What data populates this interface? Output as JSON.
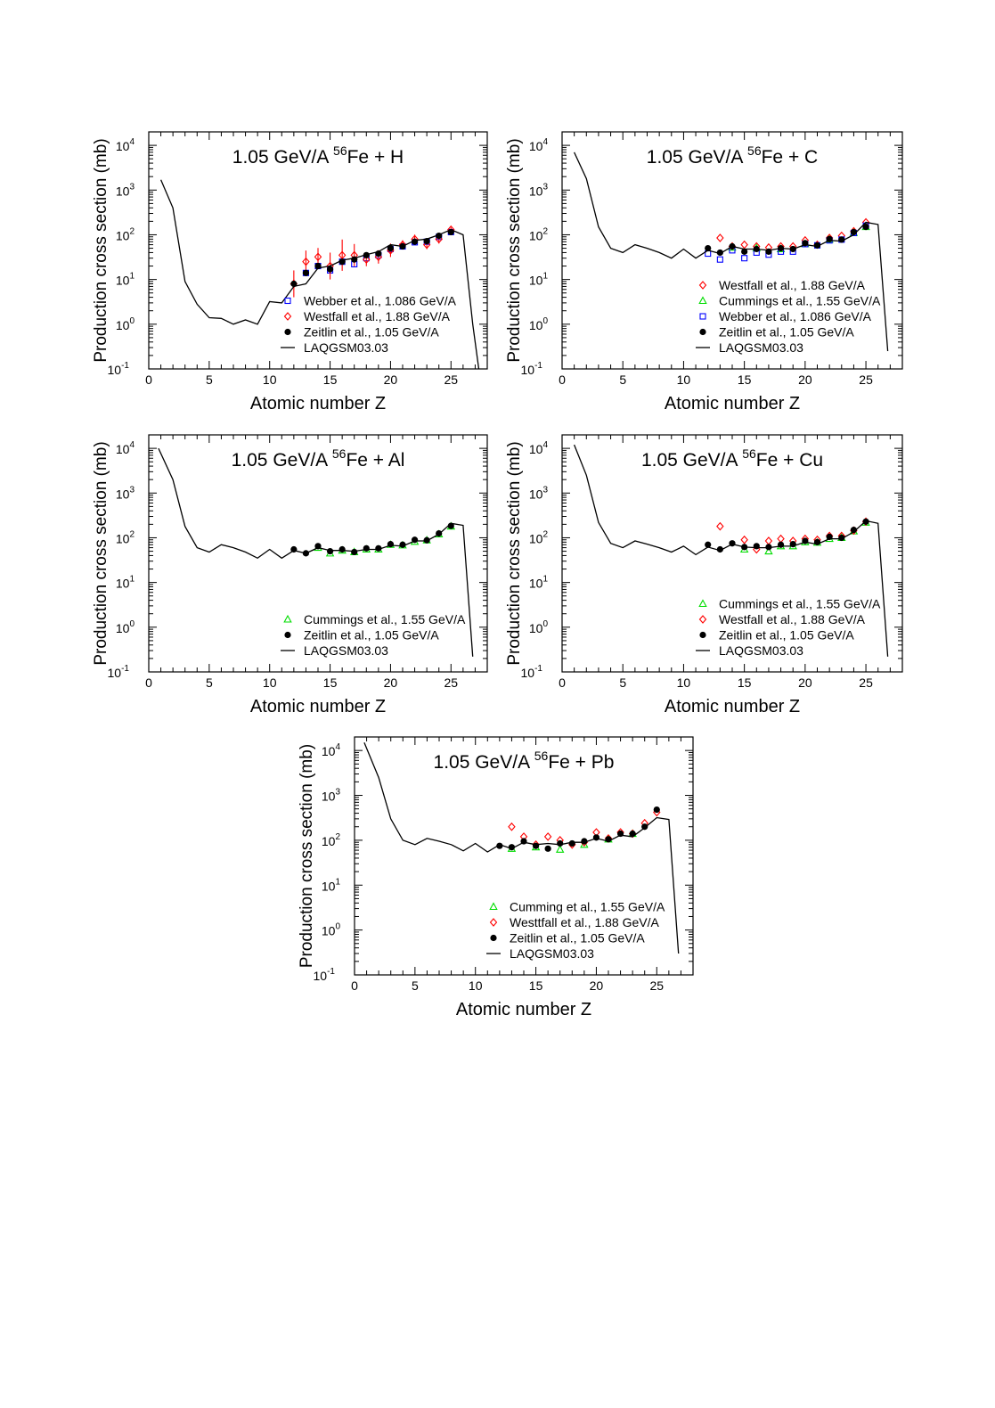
{
  "chart_data": [
    {
      "type": "scatter",
      "title": "1.05 GeV/A ⁵⁶Fe + H",
      "title_parts": {
        "pre": "1.05 GeV/A ",
        "sup": "56",
        "post": "Fe + H"
      },
      "xlabel": "Atomic number Z",
      "ylabel": "Production cross section (mb)",
      "xlim": [
        0,
        28
      ],
      "ylim": [
        0.1,
        20000
      ],
      "yscale": "log",
      "xticks": [
        0,
        5,
        10,
        15,
        20,
        25
      ],
      "yticks": [
        {
          "value": 0.1,
          "label": "10",
          "exp": "-1"
        },
        {
          "value": 1,
          "label": "10",
          "exp": "0"
        },
        {
          "value": 10,
          "label": "10",
          "exp": "1"
        },
        {
          "value": 100,
          "label": "10",
          "exp": "2"
        },
        {
          "value": 1000,
          "label": "10",
          "exp": "3"
        },
        {
          "value": 10000,
          "label": "10",
          "exp": "4"
        }
      ],
      "legend_position": "lower-right",
      "series": [
        {
          "name": "Webber et al., 1.086 GeV/A",
          "marker": "square",
          "color": "#0000ff",
          "x": [
            13,
            14,
            15,
            16,
            17,
            18,
            19,
            20,
            21,
            22,
            23,
            24,
            25
          ],
          "y": [
            14,
            20,
            16,
            25,
            22,
            30,
            35,
            48,
            55,
            68,
            70,
            90,
            115
          ]
        },
        {
          "name": "Westfall et al., 1.88 GeV/A",
          "marker": "diamond",
          "color": "#ff0000",
          "x": [
            12,
            13,
            14,
            15,
            16,
            17,
            18,
            19,
            20,
            21,
            22,
            23,
            24,
            25
          ],
          "y": [
            8,
            25,
            32,
            20,
            35,
            35,
            28,
            32,
            45,
            60,
            80,
            60,
            80,
            130
          ],
          "err": [
            0.3,
            0.25,
            0.2,
            0.3,
            0.35,
            0.25,
            0.15,
            0.15,
            0.15,
            0.1,
            0.1,
            0.1,
            0.1,
            0.05
          ]
        },
        {
          "name": "Zeitlin et al., 1.05 GeV/A",
          "marker": "circle",
          "color": "#000000",
          "x": [
            12,
            13,
            14,
            15,
            16,
            17,
            18,
            19,
            20,
            21,
            22,
            23,
            24,
            25
          ],
          "y": [
            8,
            14,
            20,
            17,
            25,
            28,
            35,
            38,
            50,
            55,
            70,
            72,
            95,
            115
          ]
        },
        {
          "name": "LAQGSM03.03",
          "marker": "line",
          "color": "#000000",
          "x": [
            1,
            2,
            3,
            4,
            5,
            6,
            7,
            8,
            9,
            10,
            11,
            12,
            13,
            14,
            15,
            16,
            17,
            18,
            19,
            20,
            21,
            22,
            23,
            24,
            25,
            26,
            26.8,
            27.3
          ],
          "y": [
            1700,
            400,
            9,
            2.8,
            1.4,
            1.35,
            1.0,
            1.25,
            1.0,
            3.2,
            3.0,
            7.0,
            8.0,
            18.0,
            20.0,
            27.0,
            30.0,
            36.0,
            42.0,
            60.0,
            55.0,
            75.0,
            80.0,
            100.0,
            130.0,
            100.0,
            1.0,
            0.1
          ]
        }
      ]
    },
    {
      "type": "scatter",
      "title": "1.05 GeV/A ⁵⁶Fe + C",
      "title_parts": {
        "pre": "1.05 GeV/A ",
        "sup": "56",
        "post": "Fe + C"
      },
      "xlabel": "Atomic number Z",
      "ylabel": "Production cross section (mb)",
      "xlim": [
        0,
        28
      ],
      "ylim": [
        0.1,
        20000
      ],
      "yscale": "log",
      "xticks": [
        0,
        5,
        10,
        15,
        20,
        25
      ],
      "yticks": [
        {
          "value": 0.1,
          "label": "10",
          "exp": "-1"
        },
        {
          "value": 1,
          "label": "10",
          "exp": "0"
        },
        {
          "value": 10,
          "label": "10",
          "exp": "1"
        },
        {
          "value": 100,
          "label": "10",
          "exp": "2"
        },
        {
          "value": 1000,
          "label": "10",
          "exp": "3"
        },
        {
          "value": 10000,
          "label": "10",
          "exp": "4"
        }
      ],
      "legend_position": "lower-right",
      "series": [
        {
          "name": "Westfall et al., 1.88 GeV/A",
          "marker": "diamond",
          "color": "#ff0000",
          "x": [
            13,
            14,
            15,
            16,
            17,
            18,
            19,
            20,
            21,
            22,
            23,
            24,
            25
          ],
          "y": [
            85,
            55,
            60,
            55,
            52,
            55,
            55,
            75,
            60,
            85,
            95,
            120,
            190
          ]
        },
        {
          "name": "Cummings et al., 1.55 GeV/A",
          "marker": "triangle",
          "color": "#00dd00",
          "x": [
            14,
            16,
            18,
            20,
            22,
            24,
            25
          ],
          "y": [
            52,
            50,
            48,
            62,
            78,
            110,
            150
          ]
        },
        {
          "name": "Webber et al., 1.086 GeV/A",
          "marker": "square",
          "color": "#0000ff",
          "x": [
            12,
            13,
            14,
            15,
            16,
            17,
            18,
            19,
            20,
            21,
            22,
            23,
            24,
            25
          ],
          "y": [
            38,
            28,
            45,
            30,
            40,
            36,
            42,
            42,
            62,
            58,
            75,
            78,
            110,
            160
          ]
        },
        {
          "name": "Zeitlin et al., 1.05 GeV/A",
          "marker": "circle",
          "color": "#000000",
          "x": [
            12,
            13,
            14,
            15,
            16,
            17,
            18,
            19,
            20,
            21,
            22,
            23,
            24,
            25
          ],
          "y": [
            50,
            40,
            55,
            42,
            48,
            42,
            50,
            48,
            65,
            58,
            80,
            78,
            115,
            150
          ]
        },
        {
          "name": "LAQGSM03.03",
          "marker": "line",
          "color": "#000000",
          "x": [
            1,
            2,
            3,
            4,
            5,
            6,
            7,
            8,
            9,
            10,
            11,
            12,
            13,
            14,
            15,
            16,
            17,
            18,
            19,
            20,
            21,
            22,
            23,
            24,
            25,
            26,
            26.8
          ],
          "y": [
            7000,
            1800,
            150,
            50,
            40,
            60,
            50,
            40,
            30,
            48,
            30,
            45,
            38,
            55,
            48,
            48,
            45,
            50,
            48,
            60,
            55,
            75,
            72,
            100,
            190,
            170,
            0.25
          ]
        }
      ]
    },
    {
      "type": "scatter",
      "title": "1.05 GeV/A ⁵⁶Fe + Al",
      "title_parts": {
        "pre": "1.05 GeV/A ",
        "sup": "56",
        "post": "Fe + Al"
      },
      "xlabel": "Atomic number Z",
      "ylabel": "Production cross section (mb)",
      "xlim": [
        0,
        28
      ],
      "ylim": [
        0.1,
        20000
      ],
      "yscale": "log",
      "xticks": [
        0,
        5,
        10,
        15,
        20,
        25
      ],
      "yticks": [
        {
          "value": 0.1,
          "label": "10",
          "exp": "-1"
        },
        {
          "value": 1,
          "label": "10",
          "exp": "0"
        },
        {
          "value": 10,
          "label": "10",
          "exp": "1"
        },
        {
          "value": 100,
          "label": "10",
          "exp": "2"
        },
        {
          "value": 1000,
          "label": "10",
          "exp": "3"
        },
        {
          "value": 10000,
          "label": "10",
          "exp": "4"
        }
      ],
      "legend_position": "lower-right",
      "series": [
        {
          "name": "Cummings et al., 1.55 GeV/A",
          "marker": "triangle",
          "color": "#00dd00",
          "x": [
            14,
            15,
            16,
            17,
            18,
            19,
            20,
            21,
            22,
            23,
            24,
            25
          ],
          "y": [
            60,
            45,
            52,
            48,
            55,
            55,
            70,
            68,
            82,
            88,
            120,
            180
          ]
        },
        {
          "name": "Zeitlin et al., 1.05 GeV/A",
          "marker": "circle",
          "color": "#000000",
          "x": [
            12,
            13,
            14,
            15,
            16,
            17,
            18,
            19,
            20,
            21,
            22,
            23,
            24,
            25
          ],
          "y": [
            55,
            45,
            65,
            50,
            55,
            48,
            58,
            58,
            72,
            70,
            90,
            88,
            125,
            185
          ]
        },
        {
          "name": "LAQGSM03.03",
          "marker": "line",
          "color": "#000000",
          "x": [
            0.8,
            2,
            3,
            4,
            5,
            6,
            7,
            8,
            9,
            10,
            11,
            12,
            13,
            14,
            15,
            16,
            17,
            18,
            19,
            20,
            21,
            22,
            23,
            24,
            25,
            26,
            26.8
          ],
          "y": [
            10000,
            2000,
            180,
            60,
            48,
            70,
            60,
            48,
            35,
            55,
            35,
            52,
            45,
            60,
            52,
            52,
            50,
            55,
            55,
            68,
            65,
            85,
            85,
            120,
            210,
            190,
            0.22
          ]
        }
      ]
    },
    {
      "type": "scatter",
      "title": "1.05 GeV/A ⁵⁶Fe + Cu",
      "title_parts": {
        "pre": "1.05 GeV/A ",
        "sup": "56",
        "post": "Fe + Cu"
      },
      "xlabel": "Atomic number Z",
      "ylabel": "Production cross section (mb)",
      "xlim": [
        0,
        28
      ],
      "ylim": [
        0.1,
        20000
      ],
      "yscale": "log",
      "xticks": [
        0,
        5,
        10,
        15,
        20,
        25
      ],
      "yticks": [
        {
          "value": 0.1,
          "label": "10",
          "exp": "-1"
        },
        {
          "value": 1,
          "label": "10",
          "exp": "0"
        },
        {
          "value": 10,
          "label": "10",
          "exp": "1"
        },
        {
          "value": 100,
          "label": "10",
          "exp": "2"
        },
        {
          "value": 1000,
          "label": "10",
          "exp": "3"
        },
        {
          "value": 10000,
          "label": "10",
          "exp": "4"
        }
      ],
      "legend_position": "lower-right",
      "series": [
        {
          "name": "Cummings et al., 1.55 GeV/A",
          "marker": "triangle",
          "color": "#00dd00",
          "x": [
            15,
            17,
            18,
            19,
            20,
            21,
            22,
            23,
            24,
            25
          ],
          "y": [
            55,
            50,
            65,
            65,
            80,
            78,
            95,
            100,
            140,
            220
          ]
        },
        {
          "name": "Westfall et al., 1.88 GeV/A",
          "marker": "diamond",
          "color": "#ff0000",
          "x": [
            13,
            15,
            16,
            17,
            18,
            19,
            20,
            21,
            22,
            23,
            24,
            25
          ],
          "y": [
            180,
            90,
            55,
            85,
            95,
            85,
            95,
            90,
            110,
            110,
            145,
            230
          ]
        },
        {
          "name": "Zeitlin et al., 1.05 GeV/A",
          "marker": "circle",
          "color": "#000000",
          "x": [
            12,
            13,
            14,
            15,
            16,
            17,
            18,
            19,
            20,
            21,
            22,
            23,
            24,
            25
          ],
          "y": [
            70,
            55,
            75,
            62,
            65,
            62,
            70,
            72,
            85,
            80,
            105,
            100,
            150,
            230
          ]
        },
        {
          "name": "LAQGSM03.03",
          "marker": "line",
          "color": "#000000",
          "x": [
            1,
            2,
            3,
            4,
            5,
            6,
            7,
            8,
            9,
            10,
            11,
            12,
            13,
            14,
            15,
            16,
            17,
            18,
            19,
            20,
            21,
            22,
            23,
            24,
            25,
            26,
            26.8
          ],
          "y": [
            12000,
            2500,
            220,
            75,
            60,
            85,
            72,
            60,
            48,
            65,
            42,
            62,
            52,
            72,
            62,
            60,
            60,
            65,
            65,
            80,
            72,
            95,
            95,
            135,
            240,
            210,
            0.22
          ]
        }
      ]
    },
    {
      "type": "scatter",
      "title": "1.05 GeV/A ⁵⁶Fe + Pb",
      "title_parts": {
        "pre": "1.05 GeV/A ",
        "sup": "56",
        "post": "Fe + Pb"
      },
      "xlabel": "Atomic number Z",
      "ylabel": "Production cross section (mb)",
      "xlim": [
        0,
        28
      ],
      "ylim": [
        0.1,
        20000
      ],
      "yscale": "log",
      "xticks": [
        0,
        5,
        10,
        15,
        20,
        25
      ],
      "yticks": [
        {
          "value": 0.1,
          "label": "10",
          "exp": "-1"
        },
        {
          "value": 1,
          "label": "10",
          "exp": "0"
        },
        {
          "value": 10,
          "label": "10",
          "exp": "1"
        },
        {
          "value": 100,
          "label": "10",
          "exp": "2"
        },
        {
          "value": 1000,
          "label": "10",
          "exp": "3"
        },
        {
          "value": 10000,
          "label": "10",
          "exp": "4"
        }
      ],
      "legend_position": "lower-right",
      "series": [
        {
          "name": "Cumming et al., 1.55 GeV/A",
          "marker": "triangle",
          "color": "#00dd00",
          "x": [
            13,
            15,
            17,
            19,
            21,
            23
          ],
          "y": [
            65,
            70,
            62,
            80,
            105,
            140
          ]
        },
        {
          "name": "Westtfall et al., 1.88 GeV/A",
          "marker": "diamond",
          "color": "#ff0000",
          "x": [
            13,
            14,
            15,
            16,
            17,
            18,
            19,
            20,
            21,
            22,
            23,
            24,
            25
          ],
          "y": [
            200,
            120,
            80,
            120,
            100,
            80,
            90,
            150,
            110,
            150,
            140,
            240,
            420
          ]
        },
        {
          "name": "Zeitlin et al., 1.05 GeV/A",
          "marker": "circle",
          "color": "#000000",
          "x": [
            12,
            13,
            14,
            15,
            16,
            17,
            18,
            19,
            20,
            21,
            22,
            23,
            24,
            25
          ],
          "y": [
            75,
            70,
            95,
            75,
            65,
            85,
            85,
            95,
            115,
            105,
            140,
            140,
            200,
            480
          ]
        },
        {
          "name": "LAQGSM03.03",
          "marker": "line",
          "color": "#000000",
          "x": [
            0.8,
            2,
            3,
            4,
            5,
            6,
            7,
            8,
            9,
            10,
            11,
            12,
            13,
            14,
            15,
            16,
            17,
            18,
            19,
            20,
            21,
            22,
            23,
            24,
            25,
            26,
            26.8
          ],
          "y": [
            15000,
            2500,
            300,
            100,
            80,
            110,
            95,
            80,
            58,
            85,
            55,
            80,
            65,
            90,
            80,
            85,
            80,
            90,
            90,
            110,
            95,
            130,
            120,
            190,
            320,
            290,
            0.3
          ]
        }
      ]
    }
  ]
}
